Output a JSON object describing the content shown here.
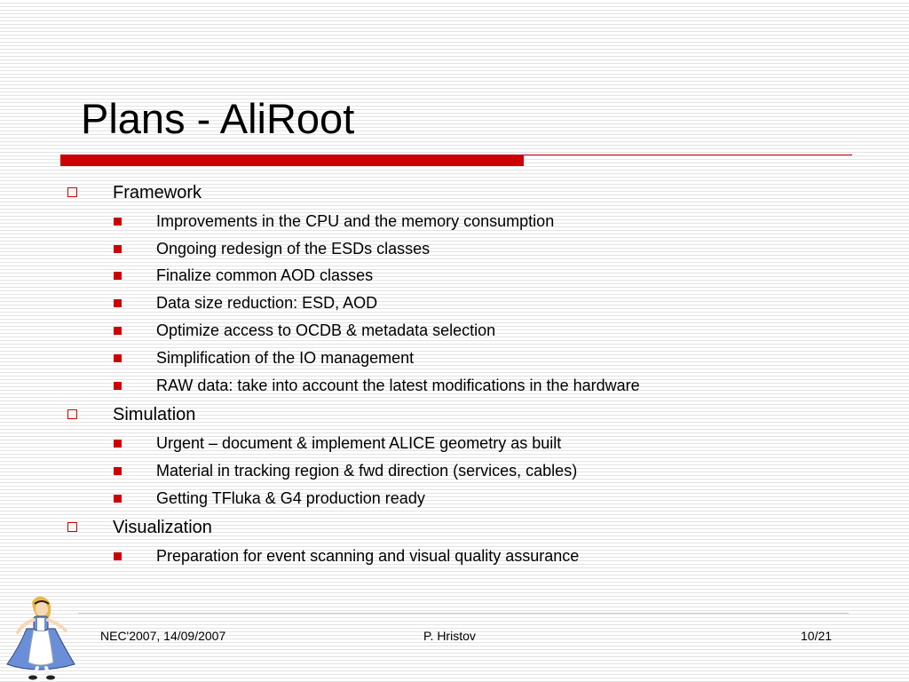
{
  "slide": {
    "title": "Plans - AliRoot",
    "sections": [
      {
        "heading": "Framework",
        "items": [
          "Improvements in the CPU and the memory consumption",
          "Ongoing redesign of the ESDs classes",
          "Finalize common AOD classes",
          "Data size reduction: ESD, AOD",
          "Optimize access to OCDB & metadata selection",
          "Simplification of the IO management",
          "RAW data: take into account the latest modifications in the hardware"
        ]
      },
      {
        "heading": "Simulation",
        "items": [
          "Urgent – document & implement ALICE geometry as built",
          "Material in tracking region & fwd direction (services, cables)",
          "Getting TFluka & G4 production ready"
        ]
      },
      {
        "heading": "Visualization",
        "items": [
          "Preparation for event scanning and visual quality assurance"
        ]
      }
    ]
  },
  "footer": {
    "left": "NEC'2007, 14/09/2007",
    "center": "P. Hristov",
    "right": "10/21"
  },
  "colors": {
    "accent": "#cc0000",
    "stripe": "#e3e3e3"
  },
  "icons": {
    "level1_bullet": "hollow-square-bullet-icon",
    "level2_bullet": "filled-square-bullet-icon",
    "footer_logo": "alice-cartoon-icon"
  }
}
